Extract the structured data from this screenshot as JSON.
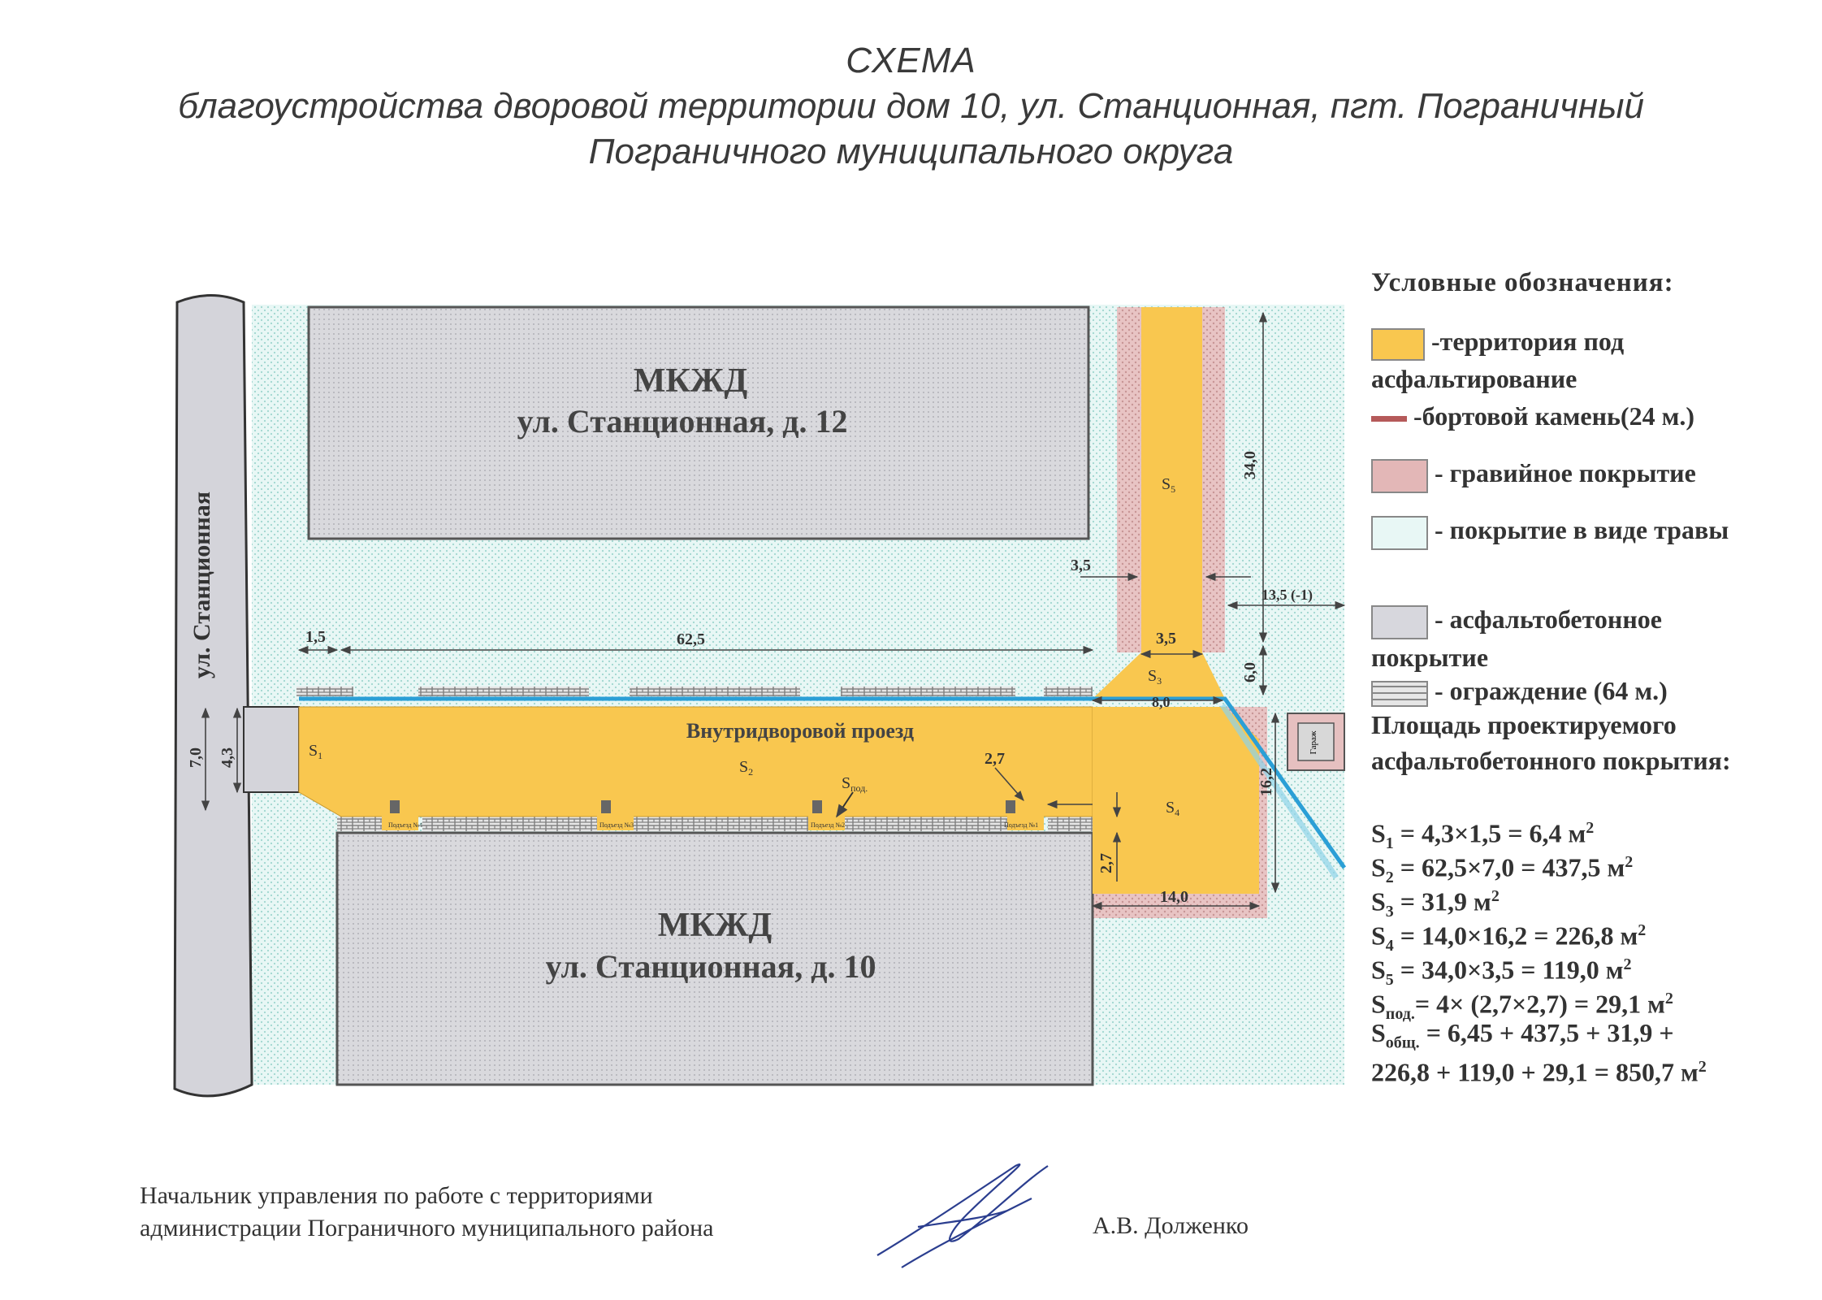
{
  "title": {
    "line1": "СХЕМА",
    "line2": "благоустройства дворовой территории дом 10, ул. Станционная, пгт. Пограничный",
    "line3": "Пограничного муниципального округа"
  },
  "plan": {
    "street_label": "ул. Станционная",
    "building_top": {
      "name": "МКЖД",
      "address": "ул. Станционная, д. 12"
    },
    "building_bottom": {
      "name": "МКЖД",
      "address": "ул. Станционная, д. 10"
    },
    "driveway_label": "Внутридворовой проезд",
    "zones": {
      "s1": "S",
      "s1_sub": "1",
      "s2": "S",
      "s2_sub": "2",
      "s3": "S",
      "s3_sub": "3",
      "s4": "S",
      "s4_sub": "4",
      "s5": "S",
      "s5_sub": "5",
      "spod": "S",
      "spod_sub": "под."
    },
    "entrances": [
      "Подъезд №4",
      "Подъезд №3",
      "Подъезд №2",
      "Подъезд №1"
    ],
    "garage_label": "Гараж",
    "dimensions": {
      "d1_5": "1,5",
      "d62_5": "62,5",
      "d3_5_top": "3,5",
      "d3_5_mid": "3,5",
      "d34_0": "34,0",
      "d13_5": "13,5 (-1)",
      "d6_0": "6,0",
      "d8_0": "8,0",
      "d7_0": "7,0",
      "d4_3": "4,3",
      "d2_7_top": "2,7",
      "d2_7_side": "2,7",
      "d16_2": "16,2",
      "d14_0": "14,0"
    },
    "colors": {
      "asphalt_new": "#f9c74f",
      "curb": "#b55a5a",
      "gravel": "#e3b7b7",
      "grass": "#d9f2f0",
      "asphalt_existing": "#d7d7dd",
      "fence": "#8c8c8c"
    }
  },
  "legend": {
    "heading": "Условные обозначения:",
    "item1": "-территория под асфальтирование",
    "item2": "-бортовой камень(24 м.)",
    "item3": "- гравийное покрытие",
    "item4": "- покрытие в виде травы",
    "item5": "- асфальтобетонное покрытие",
    "item6": "- ограждение (64 м.)",
    "area_heading": "Площадь проектируемого асфальтобетонного покрытия:",
    "formulas": [
      {
        "sym": "S",
        "sub": "1",
        "text": " = 4,3×1,5 = 6,4 м"
      },
      {
        "sym": "S",
        "sub": "2",
        "text": " = 62,5×7,0 = 437,5 м"
      },
      {
        "sym": "S",
        "sub": "3",
        "text": " = 31,9 м"
      },
      {
        "sym": "S",
        "sub": "4",
        "text": " = 14,0×16,2 = 226,8 м"
      },
      {
        "sym": "S",
        "sub": "5",
        "text": " = 34,0×3,5 = 119,0 м"
      },
      {
        "sym": "S",
        "sub": "под.",
        "text": "= 4× (2,7×2,7) = 29,1 м"
      },
      {
        "sym": "S",
        "sub": "общ.",
        "text": " = 6,45 + 437,5 + 31,9 +"
      }
    ],
    "formula_last": "226,8 + 119,0 + 29,1 = 850,7 м",
    "sq": "2"
  },
  "footer": {
    "line1": "Начальник управления по работе с территориями",
    "line2": "администрации Пограничного муниципального района",
    "signer": "А.В. Долженко"
  }
}
